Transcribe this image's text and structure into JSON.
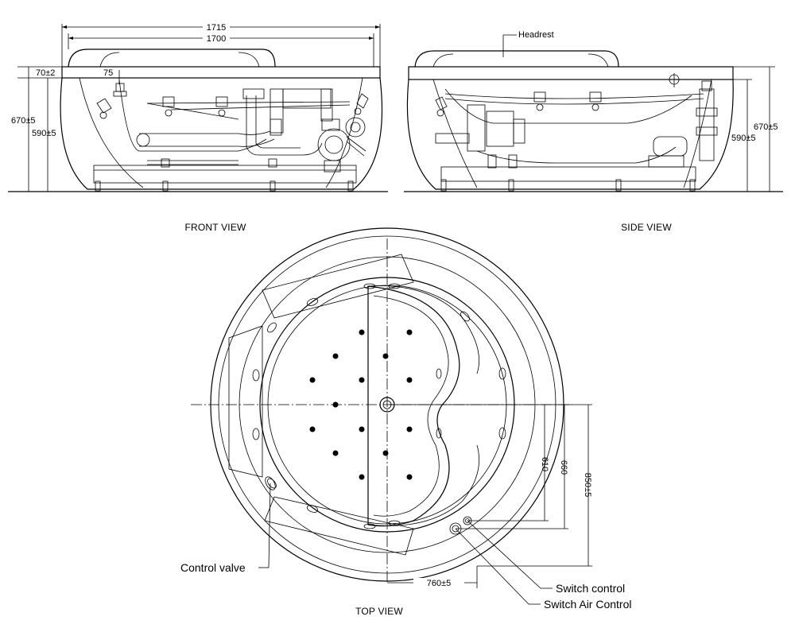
{
  "views": {
    "front": {
      "caption": "FRONT VIEW",
      "dims": {
        "overall_length": "1715",
        "inner_length": "1700",
        "rim_height": "70±2",
        "offset": "75",
        "overall_height": "670±5",
        "inner_height": "590±5"
      }
    },
    "side": {
      "caption": "SIDE VIEW",
      "headrest_label": "Headrest",
      "dims": {
        "overall_height": "670±5",
        "inner_height": "590±5"
      }
    },
    "top": {
      "caption": "TOP VIEW",
      "dims": {
        "d610": "610",
        "d660": "660",
        "d850": "850±5",
        "d760": "760±5"
      },
      "labels": {
        "control_valve": "Control valve",
        "switch_control": "Switch control",
        "switch_air_control": "Switch Air Control"
      }
    }
  }
}
